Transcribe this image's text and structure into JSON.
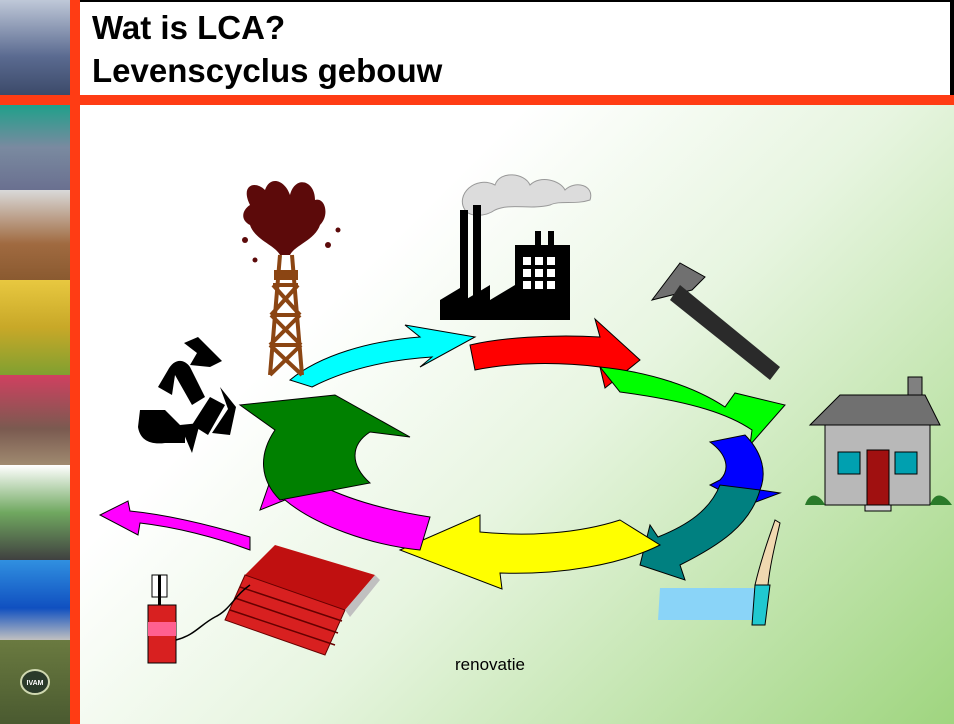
{
  "slide": {
    "title_line1": "Wat is LCA?",
    "title_line2": "Levenscyclus gebouw",
    "caption": "renovatie",
    "sidebar_logo_text": "IVAM"
  },
  "colors": {
    "accent_red": "#ff3c14",
    "arrows": [
      "#00ffff",
      "#ff0000",
      "#00ff00",
      "#0000ff",
      "#008080",
      "#ffff00",
      "#ff00ff",
      "#008000"
    ]
  },
  "cycle": {
    "stages": [
      {
        "icon": "oil-derrick-icon"
      },
      {
        "icon": "factory-icon"
      },
      {
        "icon": "hammer-icon"
      },
      {
        "icon": "house-icon"
      },
      {
        "icon": "repair-tool-icon"
      },
      {
        "icon": "demolition-icon"
      },
      {
        "icon": "recycle-icon"
      }
    ]
  }
}
